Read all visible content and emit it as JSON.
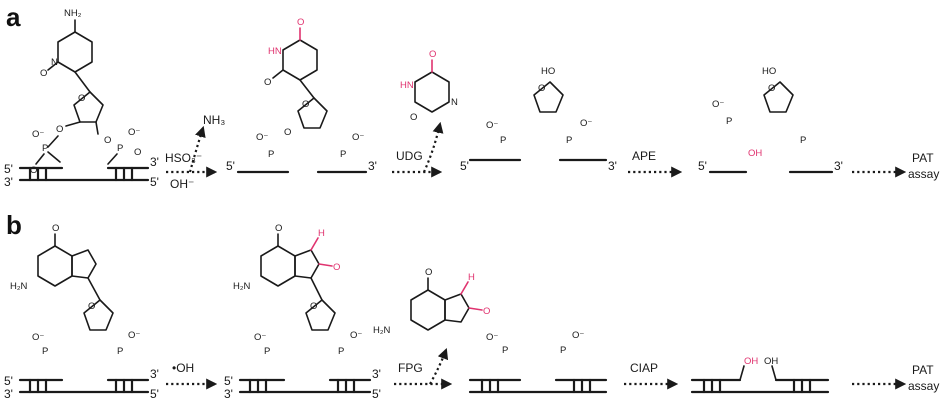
{
  "panel_a": {
    "letter": "a",
    "reagent_bisulfite": "HSO₃⁻",
    "reagent_hydroxide": "OH⁻",
    "leaving_ammonia": "NH₃",
    "enzyme_udg": "UDG",
    "enzyme_ape": "APE",
    "assay_line1": "PAT",
    "assay_line2": "assay",
    "oh_label": "OH",
    "nh2_label": "NH₂",
    "hn_label": "HN",
    "ho_label": "HO"
  },
  "panel_b": {
    "letter": "b",
    "reagent_radical": "•OH",
    "enzyme_fpg": "FPG",
    "enzyme_ciap": "CIAP",
    "assay_line1": "PAT",
    "assay_line2": "assay",
    "oh_label": "OH",
    "oh_label_2": "OH",
    "h2n_label": "H₂N",
    "h_label": "H"
  },
  "common": {
    "five_prime": "5'",
    "three_prime": "3'",
    "atom_o": "O",
    "atom_n": "N",
    "atom_p": "P",
    "atom_h": "H",
    "atom_minus_o": "O⁻"
  },
  "colors": {
    "ink": "#1a1a1a",
    "highlight": "#e0336f",
    "background": "#ffffff"
  }
}
